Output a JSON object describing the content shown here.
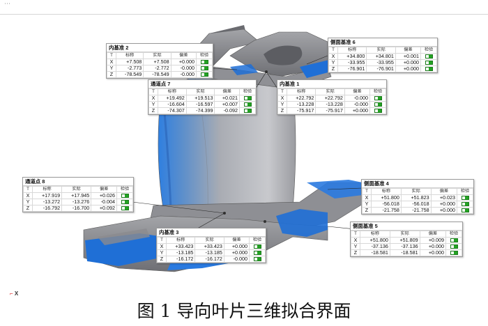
{
  "figure_caption": "图 1 导向叶片三维拟合界面",
  "coordinate_axis_label": "X",
  "colors": {
    "part_gray": "#8b8b8f",
    "deviation_blue": "#1f6fd6",
    "check_green": "#23a323"
  },
  "table_headers": {
    "t": "T",
    "nominal": "标称",
    "actual": "实际",
    "deviation": "偏差",
    "check": "检验"
  },
  "panels": [
    {
      "title": "内基准 2",
      "rows": [
        [
          "X",
          "+7.508",
          "+7.508",
          "+0.000"
        ],
        [
          "Y",
          "-2.773",
          "-2.772",
          "-0.000"
        ],
        [
          "Z",
          "-78.549",
          "-78.549",
          "-0.000"
        ]
      ]
    },
    {
      "title": "侧面基准 6",
      "rows": [
        [
          "X",
          "+34.800",
          "+34.801",
          "+0.001"
        ],
        [
          "Y",
          "-33.955",
          "-33.955",
          "+0.000"
        ],
        [
          "Z",
          "-76.901",
          "-76.901",
          "+0.000"
        ]
      ]
    },
    {
      "title": "通道点 7",
      "rows": [
        [
          "X",
          "+19.492",
          "+19.513",
          "+0.021"
        ],
        [
          "Y",
          "-16.604",
          "-16.597",
          "+0.007"
        ],
        [
          "Z",
          "-74.307",
          "-74.399",
          "-0.092"
        ]
      ]
    },
    {
      "title": "内基准 1",
      "rows": [
        [
          "X",
          "+22.792",
          "+22.792",
          "-0.000"
        ],
        [
          "Y",
          "-13.228",
          "-13.228",
          "-0.000"
        ],
        [
          "Z",
          "-75.917",
          "-75.917",
          "+0.000"
        ]
      ]
    },
    {
      "title": "通道点 8",
      "rows": [
        [
          "X",
          "+17.919",
          "+17.945",
          "+0.026"
        ],
        [
          "Y",
          "-13.272",
          "-13.276",
          "-0.004"
        ],
        [
          "Z",
          "-16.792",
          "-16.700",
          "+0.092"
        ]
      ]
    },
    {
      "title": "侧面基准 4",
      "rows": [
        [
          "X",
          "+51.800",
          "+51.823",
          "+0.023"
        ],
        [
          "Y",
          "-56.018",
          "-56.018",
          "+0.000"
        ],
        [
          "Z",
          "-21.758",
          "-21.758",
          "+0.000"
        ]
      ]
    },
    {
      "title": "内基准 3",
      "rows": [
        [
          "X",
          "+33.423",
          "+33.423",
          "+0.000"
        ],
        [
          "Y",
          "-13.185",
          "-13.185",
          "+0.000"
        ],
        [
          "Z",
          "-16.172",
          "-16.172",
          "-0.000"
        ]
      ]
    },
    {
      "title": "侧面基准 5",
      "rows": [
        [
          "X",
          "+51.800",
          "+51.809",
          "+0.009"
        ],
        [
          "Y",
          "-37.136",
          "-37.136",
          "+0.000"
        ],
        [
          "Z",
          "-18.581",
          "-18.581",
          "+0.000"
        ]
      ]
    }
  ]
}
